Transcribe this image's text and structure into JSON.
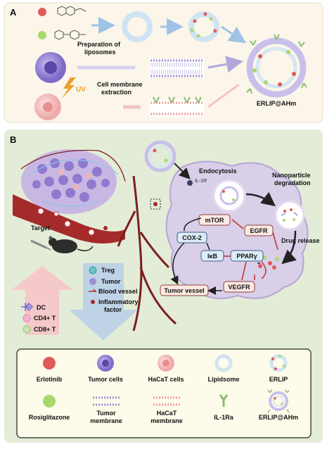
{
  "panel_a": {
    "letter": "A",
    "step_liposomes": [
      "Preparation of",
      "liposomes"
    ],
    "uv": "UV",
    "step_membrane": [
      "Cell membrane",
      "extraction"
    ],
    "product": "ERLIP@AHm"
  },
  "panel_b": {
    "letter": "B",
    "il1r": "IL-1R",
    "endocytosis": "Endocytosis",
    "nanoparticle": [
      "Nanoparticle",
      "degradation"
    ],
    "drug_release": "Drug release",
    "target": "Target",
    "nodes": {
      "mtor": "mTOR",
      "egfr": "EGFR",
      "cox2": "COX-2",
      "ikb": "IκB",
      "ppar": "PPARγ",
      "vegfr": "VEGFR",
      "tumor_vessel": "Tumor vessel"
    },
    "left_legend": [
      "DC",
      "CD4+ T",
      "CD8+ T"
    ],
    "right_legend": [
      "Treg",
      "Tumor",
      "Blood vessel",
      "Inflammatory",
      "factor"
    ]
  },
  "legend": {
    "erlotinib": "Erlotinib",
    "tumor_cells": "Tumor cells",
    "hacat_cells": "HaCaT cells",
    "lipidsome": "Lipidsome",
    "erlip": "ERLIP",
    "rosiglitazone": "Rosiglitazone",
    "tumor_membrane": [
      "Tumor",
      "membrane"
    ],
    "hacat_membrane": [
      "HaCaT",
      "membrane"
    ],
    "il1ra": "IL-1Ra",
    "erlip_ahm": "ERLIP@AHm"
  },
  "colors": {
    "panel_a_bg": "#fbf6e9",
    "panel_b_bg": "#e3ecd7",
    "legend_bg": "#fdfbea",
    "cell_fill": "#d9cfe8",
    "erlotinib": "#e05a5a",
    "rosiglitazone": "#a9d96b",
    "tumor_cell": "#7e6bc9",
    "hacat_cell": "#f1b9b9",
    "vessel": "#a52a2a"
  }
}
